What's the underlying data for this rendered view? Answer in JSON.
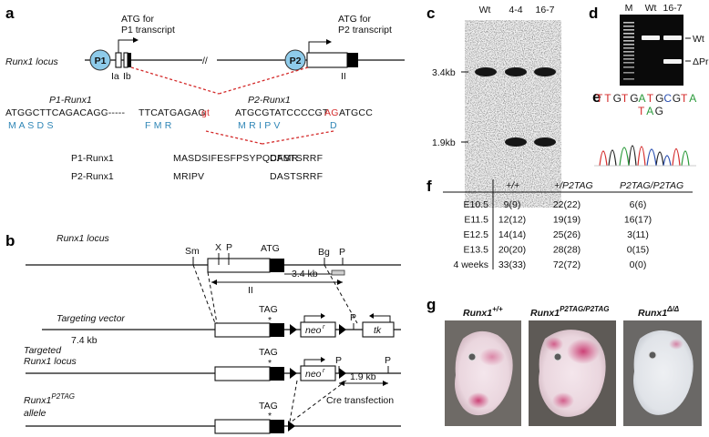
{
  "panels": {
    "a": "a",
    "b": "b",
    "c": "c",
    "d": "d",
    "e": "e",
    "f": "f",
    "g": "g"
  },
  "panel_a": {
    "locus_label": "Runx1 locus",
    "p1_promoter": "P1",
    "p2_promoter": "P2",
    "exon_ia": "Ia",
    "exon_ib": "Ib",
    "exon_ii": "II",
    "atg_p1_line1": "ATG for",
    "atg_p1_line2": "P1 transcript",
    "atg_p2_line1": "ATG for",
    "atg_p2_line2": "P2 transcript",
    "break_symbol": "//",
    "p1_seq_title": "P1-Runx1",
    "p2_seq_title": "P2-Runx1",
    "p1_seq_start": "ATGGCTTCAGACAGC",
    "p1_seq_gap": "------",
    "p1_seq_end": "TTCATGAGAG",
    "p1_splice": "gt",
    "p1_aa_start": "M  A  S  D  S",
    "p1_aa_end": "F  M  R",
    "p2_seq_a": "ATGCGTATCCCCGT",
    "p2_seq_red": "AG",
    "p2_seq_b": "ATGCC",
    "p2_aa": "M  R  I  P  V",
    "p2_aa_d": "D",
    "p1_protein_label": "P1-Runx1",
    "p2_protein_label": "P2-Runx1",
    "p1_protein_seq": "MASDSIFESFPSYPQCFMR",
    "p1_protein_tail": "DASTSRRF",
    "p2_protein_seq": "MRIPV",
    "p2_protein_tail": "DASTSRRF"
  },
  "panel_b": {
    "locus_label": "Runx1 locus",
    "sm": "Sm",
    "x": "X",
    "p": "P",
    "atg": "ATG",
    "bg": "Bg",
    "p_right": "P",
    "size_3_4": "3.4 kb",
    "exon_ii": "II",
    "vector_label": "Targeting vector",
    "tag1": "TAG",
    "star": "*",
    "neo": "neo",
    "neo_sup": "r",
    "tk": "tk",
    "p_vec": "P",
    "size_7_4": "7.4 kb",
    "targeted_label_1": "Targeted",
    "targeted_label_2": "Runx1 locus",
    "tag2": "TAG",
    "p_t1": "P",
    "p_t2": "P",
    "size_1_9": "1.9 kb",
    "cre": "Cre transfection",
    "allele_label": "Runx1",
    "allele_sup": "P2TAG",
    "allele_line2": "allele",
    "tag3": "TAG"
  },
  "panel_c": {
    "lanes": [
      "Wt",
      "4-4",
      "16-7"
    ],
    "marker_high": "3.4kb",
    "marker_low": "1.9kb"
  },
  "panel_d": {
    "lanes": [
      "M",
      "Wt",
      "16-7"
    ],
    "band_wt": "Wt",
    "band_dpr": "ΔPr"
  },
  "panel_e": {
    "bases": [
      "T",
      "T",
      "G",
      "T",
      "G",
      "A",
      "T",
      "G",
      "C",
      "G",
      "T",
      "A"
    ],
    "base_colors": {
      "T": "#d42a2a",
      "G": "#222222",
      "A": "#2a9a3a",
      "C": "#2a4fb0"
    },
    "tag_letters": [
      "T",
      "A",
      "G"
    ]
  },
  "panel_f": {
    "headers": [
      "+/+",
      "+/P2TAG",
      "P2TAG/P2TAG"
    ],
    "rows": [
      {
        "stage": "E10.5",
        "cells": [
          "9(9)",
          "22(22)",
          "6(6)"
        ]
      },
      {
        "stage": "E11.5",
        "cells": [
          "12(12)",
          "19(19)",
          "16(17)"
        ]
      },
      {
        "stage": "E12.5",
        "cells": [
          "14(14)",
          "25(26)",
          "3(11)"
        ]
      },
      {
        "stage": "E13.5",
        "cells": [
          "20(20)",
          "28(28)",
          "0(15)"
        ]
      },
      {
        "stage": "4 weeks",
        "cells": [
          "33(33)",
          "72(72)",
          "0(0)"
        ]
      }
    ]
  },
  "panel_g": {
    "labels": [
      {
        "base": "Runx1",
        "sup": "+/+"
      },
      {
        "base": "Runx1",
        "sup": "P2TAG/P2TAG"
      },
      {
        "base": "Runx1",
        "sup": "Δ/Δ"
      }
    ]
  }
}
